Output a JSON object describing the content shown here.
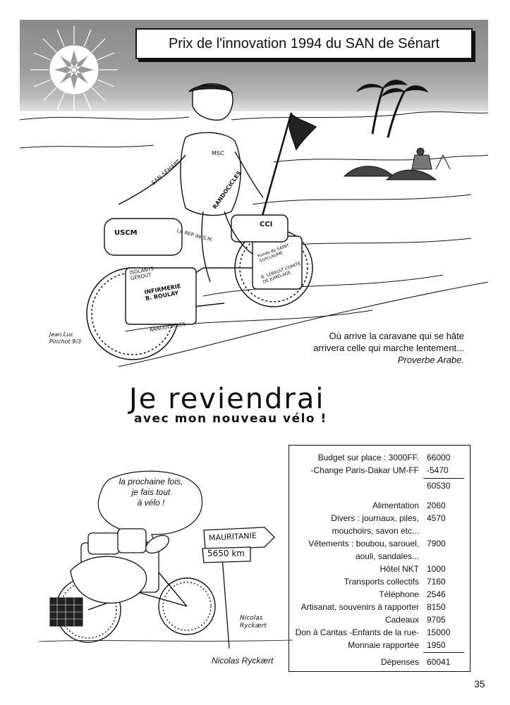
{
  "header": {
    "prize_title": "Prix de l'innovation 1994 du SAN de Sénart"
  },
  "illustration_main": {
    "shirt_texts": [
      "SAN SÉNART",
      "MSC",
      "RANDOCICLES"
    ],
    "bag_texts": [
      "USCM",
      "LA REP de S.M.",
      "CCI",
      "Fonds de SAINT GUILLAUME",
      "B. LEBAULT COMITÉ DE JUMELAGE",
      "ISOLANTS GEROUT",
      "INFIRMERIE B. BOULAY",
      "RANDOCYCLES"
    ],
    "artist_signature": "Jean Luc Pinchot 9/3"
  },
  "quote": {
    "line1": "Où arrive la caravane qui se hâte",
    "line2": "arrivera celle qui marche lentement...",
    "source": "Proverbe Arabe."
  },
  "title": {
    "main": "Je reviendrai",
    "sub": "avec mon nouveau vélo !"
  },
  "speech_bubble": {
    "line1": "la prochaine fois,",
    "line2": "je fais tout",
    "line3": "à vélo !"
  },
  "signpost": {
    "country": "MAURITANIE",
    "distance": "5650 km"
  },
  "illustration_small": {
    "artist_signature": "Nicolas Ryckært"
  },
  "credit": "Nicolas Ryckært",
  "budget": {
    "top_rows": [
      {
        "label": "Budget sur place : 3000FF.",
        "value": "66000"
      },
      {
        "label": "-Change Paris-Dakar UM-FF",
        "value": "-5470"
      }
    ],
    "subtotal": "60530",
    "expenses": [
      {
        "label": "Alimentation",
        "value": "2060"
      },
      {
        "label": "Divers : journaux, piles,",
        "label2": "mouchoirs, savon etc...",
        "value": "4570"
      },
      {
        "label": "Vêtements : boubou, sarouel,",
        "label2": "aouli, sandales...",
        "value": "7900"
      },
      {
        "label": "Hôtel NKT",
        "value": "1000"
      },
      {
        "label": "Transports collectifs",
        "value": "7160"
      },
      {
        "label": "Téléphone",
        "value": "2546"
      },
      {
        "label": "Artisanat, souvenirs à rapporter",
        "value": "8150"
      },
      {
        "label": "Cadeaux",
        "value": "9705"
      },
      {
        "label": "Don à Caritas -Enfants de la rue-",
        "value": "15000"
      },
      {
        "label": "Monnaie rapportée",
        "value": "1950"
      }
    ],
    "total_label": "Dépenses",
    "total_value": "60041"
  },
  "page_number": "35"
}
